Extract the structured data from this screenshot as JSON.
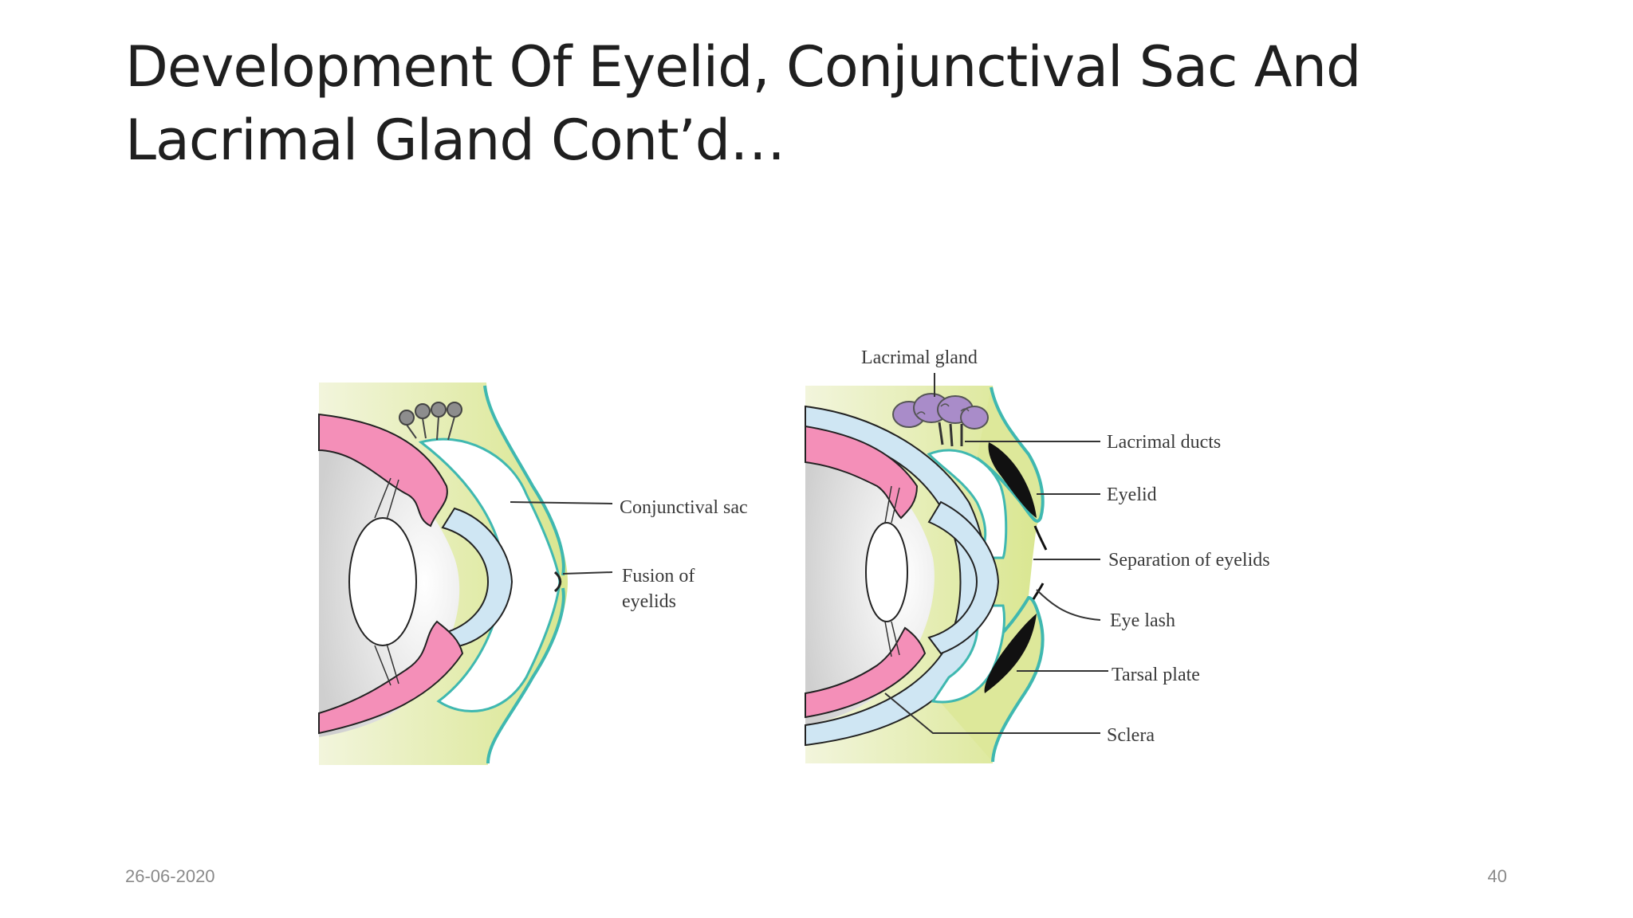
{
  "slide": {
    "title_line1": "Development Of Eyelid, Conjunctival Sac And",
    "title_line2": "Lacrimal Gland Cont’d…",
    "date": "26-06-2020",
    "page_number": "40"
  },
  "figure_left": {
    "labels": {
      "conjunctival_sac": "Conjunctival sac",
      "fusion_line1": "Fusion of",
      "fusion_line2": "eyelids"
    }
  },
  "figure_right": {
    "labels": {
      "lacrimal_gland": "Lacrimal gland",
      "lacrimal_ducts": "Lacrimal ducts",
      "eyelid": "Eyelid",
      "separation": "Separation of eyelids",
      "eye_lash": "Eye lash",
      "tarsal_plate": "Tarsal plate",
      "sclera": "Sclera"
    }
  },
  "colors": {
    "surface_ectoderm": "#dde89a",
    "conjunctiva_outline": "#3fb8b0",
    "retina": "#f48fb8",
    "sclera_blue": "#cfe6f3",
    "lacrimal_gland": "#a98cc9"
  }
}
